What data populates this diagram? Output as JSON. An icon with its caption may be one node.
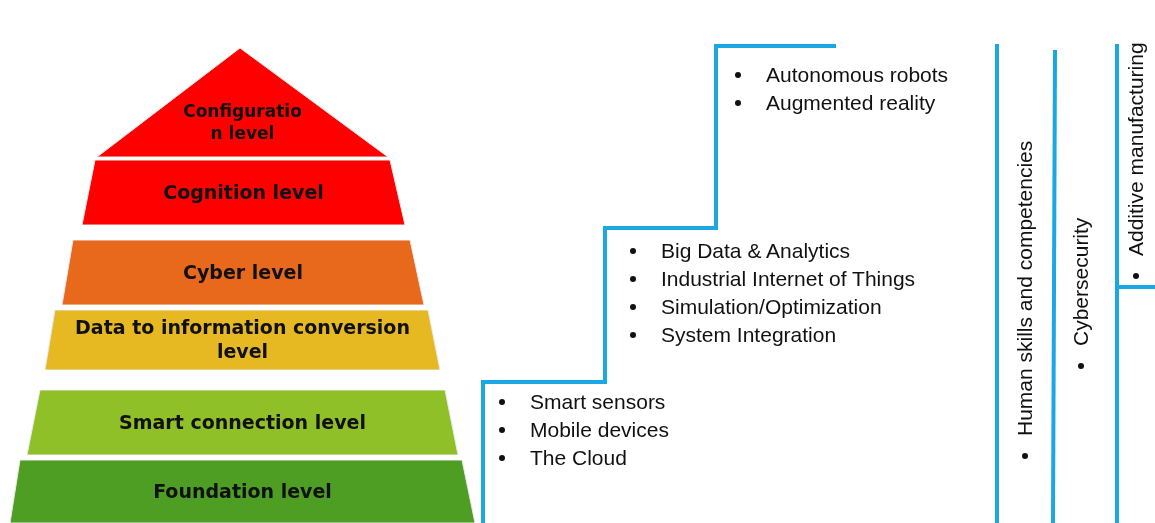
{
  "diagram": {
    "nodes": [
      {
        "text": [
          "Configuration level"
        ]
      },
      {
        "text": [
          "Cognition level"
        ]
      },
      {
        "text": [
          "Cyber level"
        ]
      },
      {
        "text": [
          "Data to information conversion level"
        ]
      },
      {
        "text": [
          "Smart connection level"
        ]
      },
      {
        "text": [
          "Foundation level"
        ]
      }
    ],
    "labels": [
      "Autonomous robots",
      "Augmented reality",
      "Big Data & Analytics",
      "Industrial Internet of Things",
      "Simulation/Optimization",
      "System Integration",
      "Smart sensors",
      "Mobile devices",
      "The Cloud",
      "Human skills and competencies",
      "Cybersecurity",
      "Additive manufacturing"
    ]
  }
}
